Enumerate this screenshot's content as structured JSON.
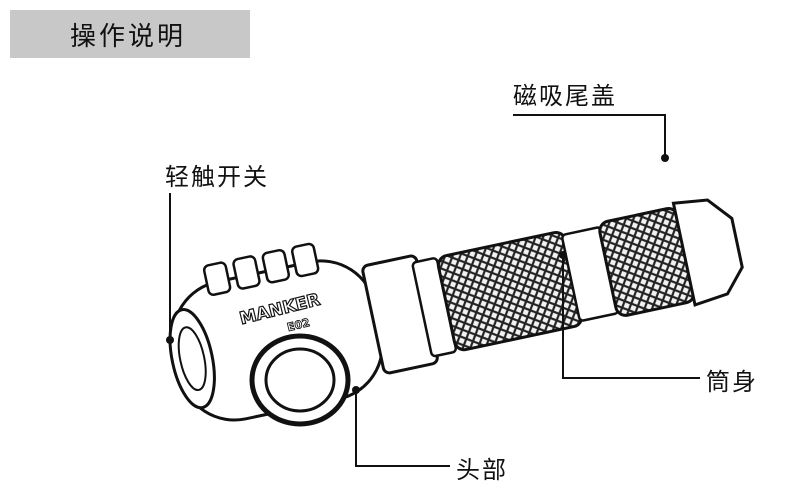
{
  "header": {
    "title": "操作说明"
  },
  "product": {
    "brand": "MANKER",
    "model": "E02"
  },
  "callouts": {
    "tail_cap": "磁吸尾盖",
    "switch": "轻触开关",
    "body": "筒身",
    "head": "头部"
  },
  "colors": {
    "banner": "#c8c8c8",
    "line": "#111111",
    "knurl": "#222222"
  }
}
